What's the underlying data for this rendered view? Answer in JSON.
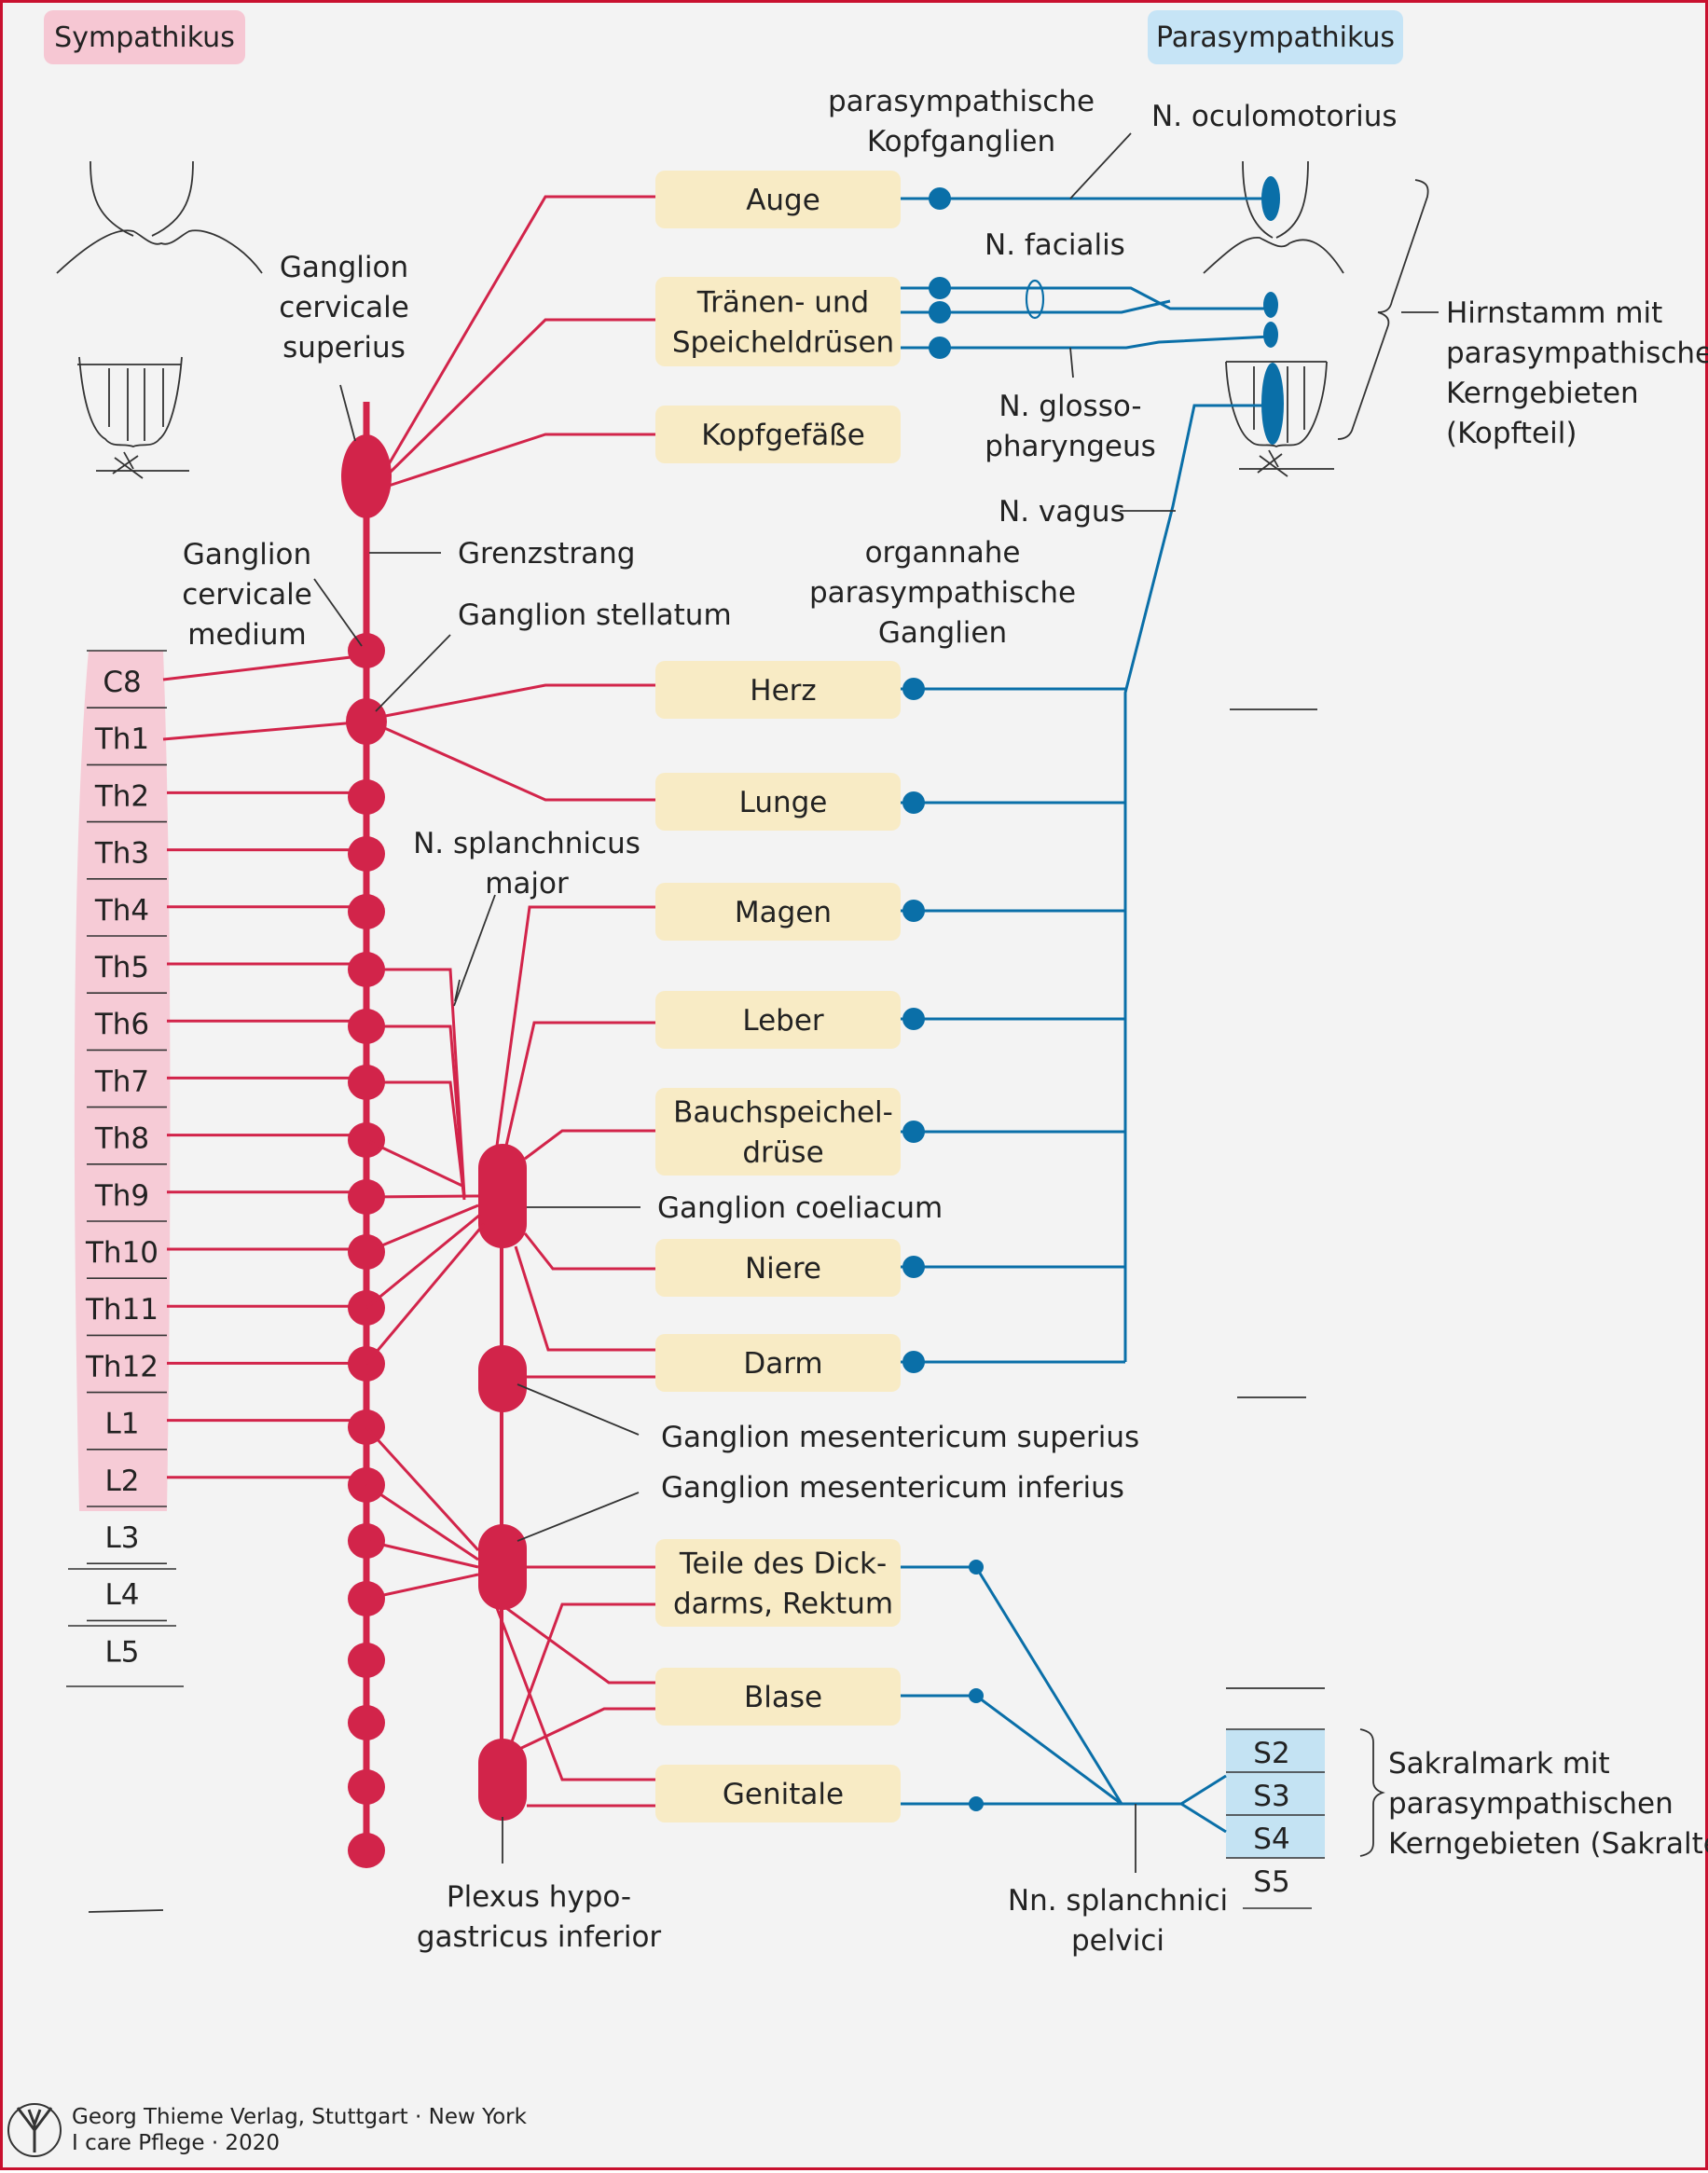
{
  "headers": {
    "sympathikus": "Sympathikus",
    "parasympathikus": "Parasympathikus"
  },
  "colors": {
    "sympathetic_red": "#d2244a",
    "parasympathetic_blue": "#0a6fa8",
    "organ_box": "#f8ebc5",
    "spinal_pink": "#f6cbd6",
    "sacral_blue": "#c4e3f3",
    "header_pink": "#f6c7d3",
    "header_blue": "#c6e4f6",
    "frame_red": "#c8102e"
  },
  "organs": [
    {
      "id": "auge",
      "lines": [
        "Auge"
      ]
    },
    {
      "id": "traenen",
      "lines": [
        "Tränen- und",
        "Speicheldrüsen"
      ]
    },
    {
      "id": "kopfgefaesse",
      "lines": [
        "Kopfgefäße"
      ]
    },
    {
      "id": "herz",
      "lines": [
        "Herz"
      ]
    },
    {
      "id": "lunge",
      "lines": [
        "Lunge"
      ]
    },
    {
      "id": "magen",
      "lines": [
        "Magen"
      ]
    },
    {
      "id": "leber",
      "lines": [
        "Leber"
      ]
    },
    {
      "id": "bauchspeichel",
      "lines": [
        "Bauchspeichel-",
        "drüse"
      ]
    },
    {
      "id": "niere",
      "lines": [
        "Niere"
      ]
    },
    {
      "id": "darm",
      "lines": [
        "Darm"
      ]
    },
    {
      "id": "dickdarm",
      "lines": [
        "Teile des Dick-",
        "darms, Rektum"
      ]
    },
    {
      "id": "blase",
      "lines": [
        "Blase"
      ]
    },
    {
      "id": "genitale",
      "lines": [
        "Genitale"
      ]
    }
  ],
  "spinal_segments": [
    "C8",
    "Th1",
    "Th2",
    "Th3",
    "Th4",
    "Th5",
    "Th6",
    "Th7",
    "Th8",
    "Th9",
    "Th10",
    "Th11",
    "Th12",
    "L1",
    "L2",
    "L3",
    "L4",
    "L5"
  ],
  "sacral_segments": [
    "S2",
    "S3",
    "S4",
    "S5"
  ],
  "labels": {
    "kopfganglien": [
      "parasympathische",
      "Kopfganglien"
    ],
    "oculomotorius": [
      "N. oculomotorius"
    ],
    "facialis": [
      "N. facialis"
    ],
    "glossopharyngeus": [
      "N. glosso-",
      "pharyngeus"
    ],
    "vagus": [
      "N. vagus"
    ],
    "organnahe": [
      "organnahe",
      "parasympathische",
      "Ganglien"
    ],
    "hirnstamm": [
      "Hirnstamm mit",
      "parasympathischen",
      "Kerngebieten",
      "(Kopfteil)"
    ],
    "ganglion_superius": [
      "Ganglion",
      "cervicale",
      "superius"
    ],
    "ganglion_medium": [
      "Ganglion",
      "cervicale",
      "medium"
    ],
    "grenzstrang": [
      "Grenzstrang"
    ],
    "stellatum": [
      "Ganglion stellatum"
    ],
    "splanchnicus_major": [
      "N. splanchnicus",
      "major"
    ],
    "coeliacum": [
      "Ganglion coeliacum"
    ],
    "mes_superius": [
      "Ganglion mesentericum superius"
    ],
    "mes_inferius": [
      "Ganglion mesentericum inferius"
    ],
    "plexus": [
      "Plexus hypo-",
      "gastricus inferior"
    ],
    "nn_splanchnici": [
      "Nn. splanchnici",
      "pelvici"
    ],
    "sakralmark": [
      "Sakralmark mit",
      "parasympathischen",
      "Kerngebieten (Sakralteil)"
    ]
  },
  "footer": {
    "publisher": "Georg Thieme Verlag, Stuttgart · New York",
    "book": "I care Pflege · 2020"
  }
}
